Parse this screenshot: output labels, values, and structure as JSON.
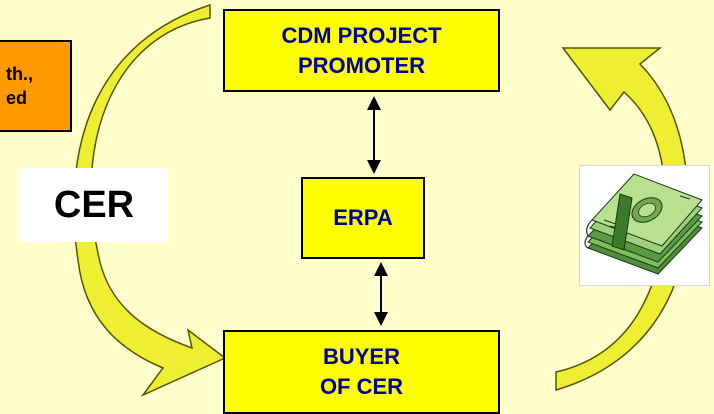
{
  "colors": {
    "background": "#FFFFCC",
    "box_fill": "#FFFF00",
    "box_text": "#000099",
    "arrow_fill": "#EEEE33",
    "arrow_outline": "#555500",
    "note_fill": "#FF9900"
  },
  "nodes": {
    "promoter": {
      "line1": "CDM PROJECT",
      "line2": "PROMOTER"
    },
    "erpa": {
      "label": "ERPA"
    },
    "buyer": {
      "line1": "BUYER",
      "line2": "OF CER"
    }
  },
  "note": {
    "line1": "th.,",
    "line2": "ed"
  },
  "cer_label": "CER",
  "icons": [
    "money-icon",
    "curved-arrow",
    "double-headed-arrow"
  ]
}
